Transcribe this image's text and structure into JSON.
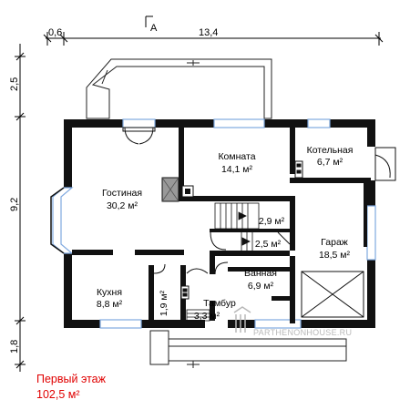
{
  "dimensions": {
    "top_small": "0,6",
    "top_total": "13,4",
    "left_top": "2,5",
    "left_middle": "9,2",
    "left_bottom": "1,8",
    "section_marker": "A"
  },
  "rooms": {
    "living": {
      "name": "Гостиная",
      "area": "30,2 м²"
    },
    "room": {
      "name": "Комната",
      "area": "14,1 м²"
    },
    "boiler": {
      "name": "Котельная",
      "area": "6,7 м²"
    },
    "garage": {
      "name": "Гараж",
      "area": "18,5 м²"
    },
    "hall_upper": {
      "area": "2,9 м²"
    },
    "hall_lower": {
      "area": "2,5 м²"
    },
    "bathroom": {
      "name": "Ванная",
      "area": "6,9 м²"
    },
    "kitchen": {
      "name": "Кухня",
      "area": "8,8 м²"
    },
    "vestibule": {
      "name": "Тамбур",
      "area": "3,3 м²"
    },
    "closet": {
      "area": "1,9 м²"
    }
  },
  "watermark": "PARTHENONHOUSE.RU",
  "caption": {
    "line1": "Первый этаж",
    "line2": "102,5 м²"
  },
  "colors": {
    "wall": "#111111",
    "window": "#7fa9e0",
    "caption": "#e00000",
    "watermark": "#b8b8b8"
  }
}
